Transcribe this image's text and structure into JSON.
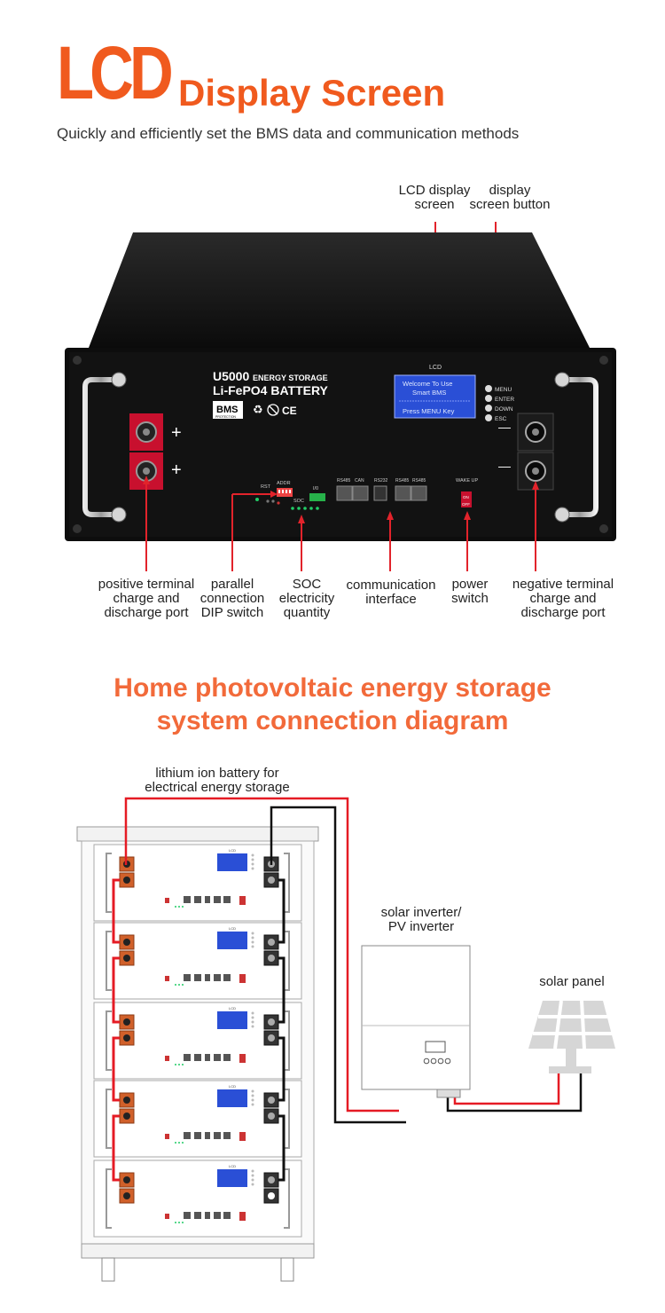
{
  "header": {
    "title_big": "LCD",
    "title_rest": "Display Screen",
    "subtitle": "Quickly and efficiently set the BMS data and communication methods"
  },
  "battery": {
    "model": "U5000",
    "model_suffix": "ENERGY STORAGE",
    "chemistry": "Li-FePO4 BATTERY",
    "bms_badge": "BMS",
    "bms_badge_sub": "PROTECTION",
    "ce_mark": "CE",
    "lcd_label": "LCD",
    "lcd_line1": "Welcome To Use",
    "lcd_line2": "Smart BMS",
    "lcd_line3": "Press MENU Key",
    "buttons": [
      "MENU",
      "ENTER",
      "DOWN",
      "ESC"
    ],
    "plus": "+",
    "minus": "—",
    "rst": "RST",
    "addr": "ADDR",
    "soc": "SOC",
    "io": "I/0",
    "ports": [
      "RS485",
      "CAN",
      "RS232",
      "RS485",
      "RS485"
    ],
    "wake_up": "WAKE UP",
    "switch_on": "ON",
    "switch_off": "OFF"
  },
  "callouts": {
    "lcd_display_screen": [
      "LCD display",
      "screen"
    ],
    "display_screen_button": [
      "display",
      "screen button"
    ],
    "positive_terminal": [
      "positive terminal",
      "charge and",
      "discharge port"
    ],
    "parallel_dip": [
      "parallel",
      "connection",
      "DIP switch"
    ],
    "soc_quantity": [
      "SOC",
      "electricity",
      "quantity"
    ],
    "communication": [
      "communication",
      "interface"
    ],
    "power_switch": [
      "power",
      "switch"
    ],
    "negative_terminal": [
      "negative terminal",
      "charge and",
      "discharge port"
    ]
  },
  "section2": {
    "title_line1": "Home photovoltaic energy storage",
    "title_line2": "system connection diagram",
    "battery_label": [
      "lithium ion battery for",
      "electrical energy storage"
    ],
    "inverter_label": [
      "solar inverter/",
      "PV inverter"
    ],
    "panel_label": "solar panel",
    "module_lcd_label": "LCD"
  },
  "colors": {
    "accent": "#f05a1e",
    "title2": "#f26a3a",
    "callout_line": "#e2232b",
    "lcd_blue": "#2a4fd6",
    "panel_black": "#111111",
    "terminal_red": "#c8102e",
    "wire_red": "#e51b24",
    "wire_black": "#111111"
  }
}
